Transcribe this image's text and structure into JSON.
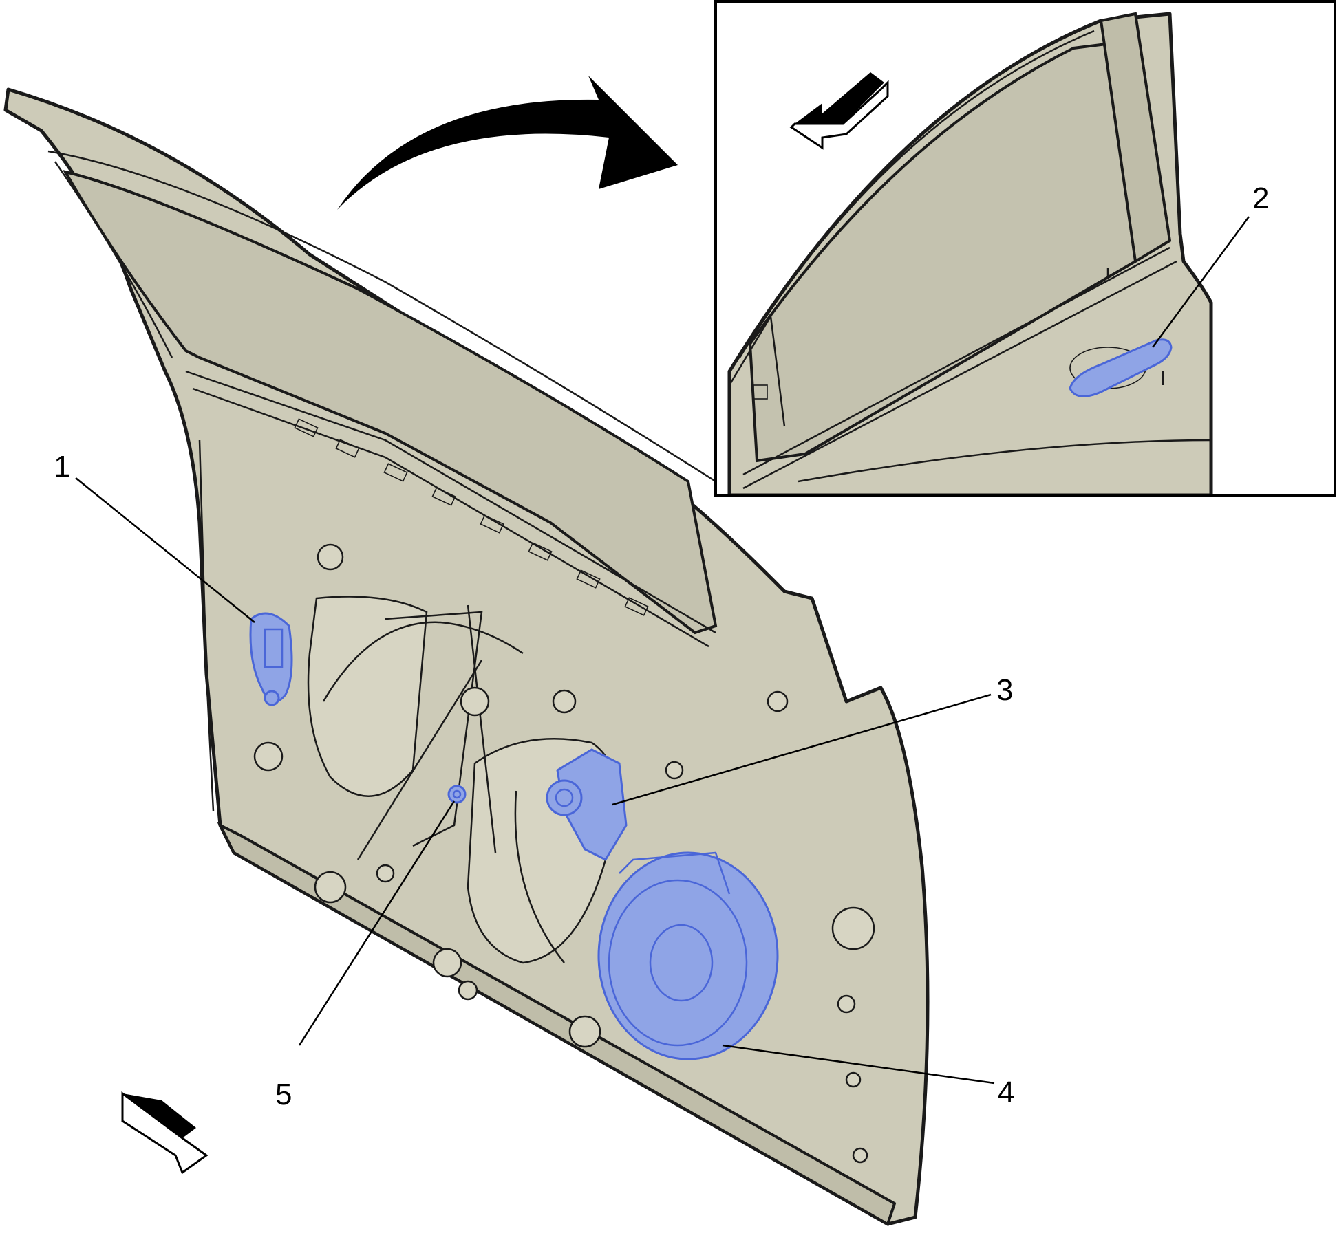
{
  "callouts": {
    "c1": "1",
    "c2": "2",
    "c3": "3",
    "c4": "4",
    "c5": "5"
  },
  "colors": {
    "panel": "#cdcbb8",
    "highlight": "#8fa4e6",
    "highlight_stroke": "#4a66d8",
    "outline": "#1a1a1a"
  }
}
